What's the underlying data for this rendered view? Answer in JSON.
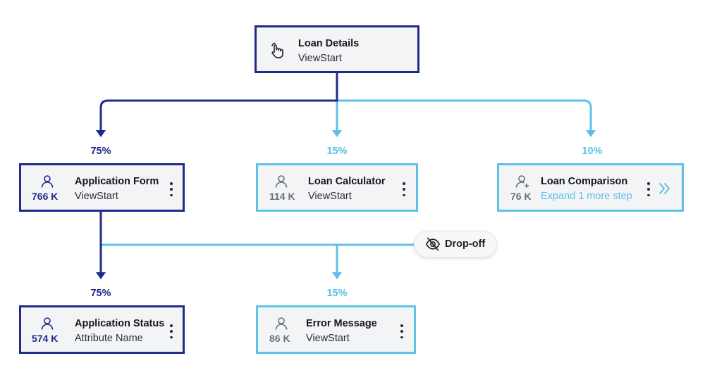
{
  "root": {
    "title": "Loan Details",
    "subtitle": "ViewStart",
    "icon": "hand-pointer-icon"
  },
  "level1": [
    {
      "percent": "75%",
      "title": "Application Form",
      "count": "766 K",
      "subtitle": "ViewStart",
      "icon": "user-icon"
    },
    {
      "percent": "15%",
      "title": "Loan Calculator",
      "count": "114 K",
      "subtitle": "ViewStart",
      "icon": "user-icon"
    },
    {
      "percent": "10%",
      "title": "Loan Comparison",
      "count": "76 K",
      "subtitle": "Expand 1 more step",
      "icon": "user-plus-icon"
    }
  ],
  "level2": [
    {
      "percent": "75%",
      "title": "Application Status",
      "count": "574 K",
      "subtitle": "Attribute Name",
      "icon": "user-icon"
    },
    {
      "percent": "15%",
      "title": "Error Message",
      "count": "86 K",
      "subtitle": "ViewStart",
      "icon": "user-icon"
    }
  ],
  "dropoff": {
    "label": "Drop-off",
    "icon": "eye-off-icon"
  },
  "colors": {
    "primary": "#1f2a8c",
    "secondary": "#5ec1e6",
    "card_bg": "#f3f4f5",
    "muted": "#6b6f78"
  }
}
